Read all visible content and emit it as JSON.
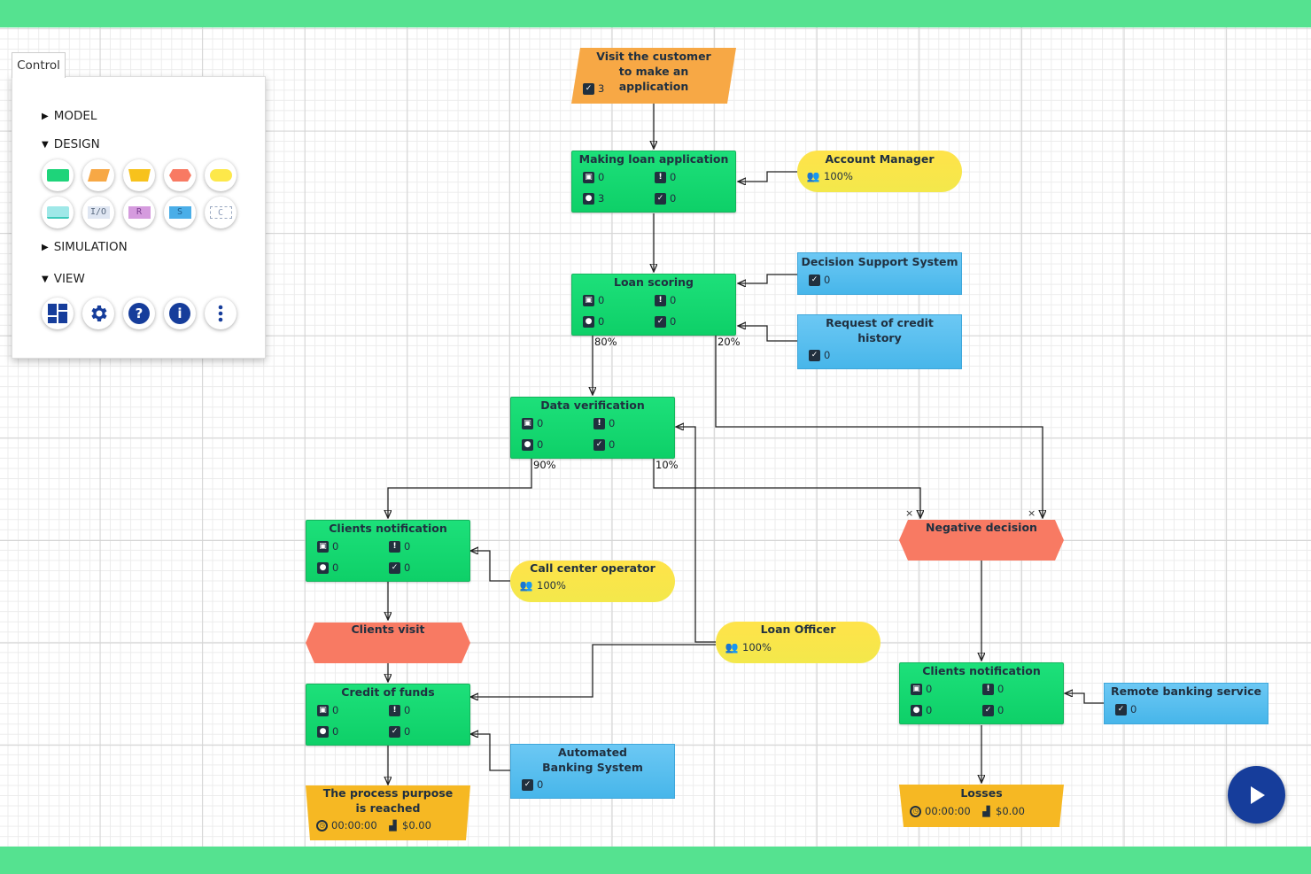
{
  "control": {
    "tab_label": "Control",
    "sections": {
      "model": "MODEL",
      "design": "DESIGN",
      "simulation": "SIMULATION",
      "view": "VIEW"
    },
    "design_tools": [
      {
        "name": "process-tool",
        "glyph": "",
        "color": "#1ed47a"
      },
      {
        "name": "event-tool",
        "glyph": "",
        "color": "#f7a845"
      },
      {
        "name": "end-tool",
        "glyph": "",
        "color": "#f7c21c"
      },
      {
        "name": "decision-tool",
        "glyph": "",
        "color": "#f87a63"
      },
      {
        "name": "resource-tool",
        "glyph": "",
        "color": "#fde84a"
      },
      {
        "name": "subprocess-tool",
        "glyph": "",
        "color": "#9fe8e8"
      },
      {
        "name": "io-tool",
        "glyph": "I/O",
        "color": "#dfe6f2"
      },
      {
        "name": "report-tool",
        "glyph": "R",
        "color": "#d59bde"
      },
      {
        "name": "system-tool",
        "glyph": "S",
        "color": "#4aaee8"
      },
      {
        "name": "comment-tool",
        "glyph": "C",
        "color": "#ffffff"
      }
    ],
    "view_tools": [
      "dashboard-icon",
      "settings-icon",
      "help-icon",
      "info-icon",
      "more-icon"
    ]
  },
  "colors": {
    "band": "#55e290",
    "process": "#1ed47a",
    "resource": "#fde84a",
    "info": "#5cc0f0",
    "decision": "#f87a63",
    "event": "#f7a845",
    "end": "#f6b823",
    "accent": "#163d9b"
  },
  "nodes": {
    "visit_customer": {
      "title": "Visit the customer to make an application",
      "count": "3"
    },
    "making_loan": {
      "title": "Making loan application",
      "v1": "0",
      "v2": "0",
      "v3": "3",
      "v4": "0"
    },
    "account_manager": {
      "title": "Account Manager",
      "pct": "100%"
    },
    "loan_scoring": {
      "title": "Loan scoring",
      "v1": "0",
      "v2": "0",
      "v3": "0",
      "v4": "0"
    },
    "decision_support": {
      "title": "Decision Support System",
      "count": "0"
    },
    "credit_history": {
      "title": "Request of credit history",
      "count": "0"
    },
    "data_verification": {
      "title": "Data verification",
      "v1": "0",
      "v2": "0",
      "v3": "0",
      "v4": "0"
    },
    "negative_decision": {
      "title": "Negative decision"
    },
    "clients_notification_1": {
      "title": "Clients notification",
      "v1": "0",
      "v2": "0",
      "v3": "0",
      "v4": "0"
    },
    "call_center": {
      "title": "Call center operator",
      "pct": "100%"
    },
    "clients_visit": {
      "title": "Clients visit"
    },
    "loan_officer": {
      "title": "Loan Officer",
      "pct": "100%"
    },
    "credit_funds": {
      "title": "Credit of funds",
      "v1": "0",
      "v2": "0",
      "v3": "0",
      "v4": "0"
    },
    "automated_banking": {
      "title": "Automated Banking System",
      "count": "0"
    },
    "purpose_reached": {
      "title": "The process purpose is reached",
      "time": "00:00:00",
      "cost": "$0.00"
    },
    "clients_notification_2": {
      "title": "Clients notification",
      "v1": "0",
      "v2": "0",
      "v3": "0",
      "v4": "0"
    },
    "remote_banking": {
      "title": "Remote banking service",
      "count": "0"
    },
    "losses": {
      "title": "Losses",
      "time": "00:00:00",
      "cost": "$0.00"
    }
  },
  "edge_labels": {
    "scoring_left": "80%",
    "scoring_right": "20%",
    "verify_left": "90%",
    "verify_right": "10%"
  }
}
